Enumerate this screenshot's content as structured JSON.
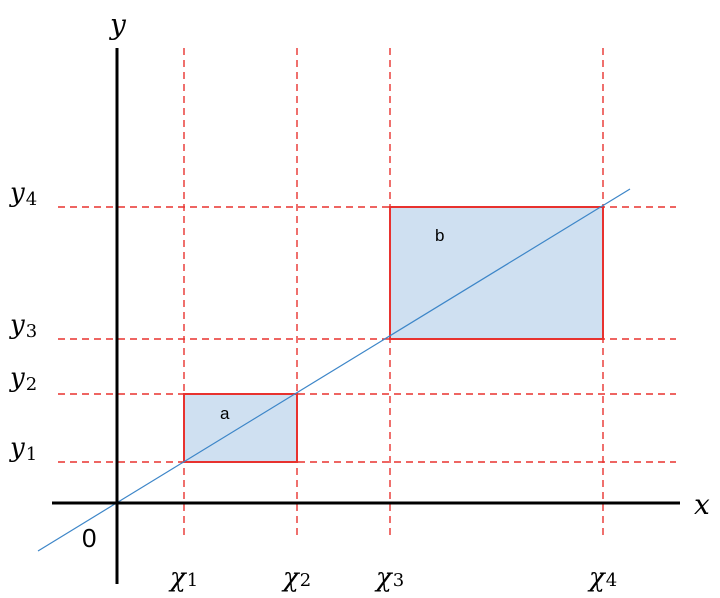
{
  "axes": {
    "x_label": "x",
    "y_label": "y",
    "origin_label": "0"
  },
  "x_ticks": [
    {
      "base": "χ",
      "sub": "1"
    },
    {
      "base": "χ",
      "sub": "2"
    },
    {
      "base": "χ",
      "sub": "3"
    },
    {
      "base": "χ",
      "sub": "4"
    }
  ],
  "y_ticks": [
    {
      "base": "y",
      "sub": "1"
    },
    {
      "base": "y",
      "sub": "2"
    },
    {
      "base": "y",
      "sub": "3"
    },
    {
      "base": "y",
      "sub": "4"
    }
  ],
  "regions": [
    {
      "label": "a"
    },
    {
      "label": "b"
    }
  ],
  "colors": {
    "axis": "#000000",
    "guide": "#e8322f",
    "rect_stroke": "#e8322f",
    "rect_fill": "#cfe0f1",
    "line": "#3d86c8"
  }
}
